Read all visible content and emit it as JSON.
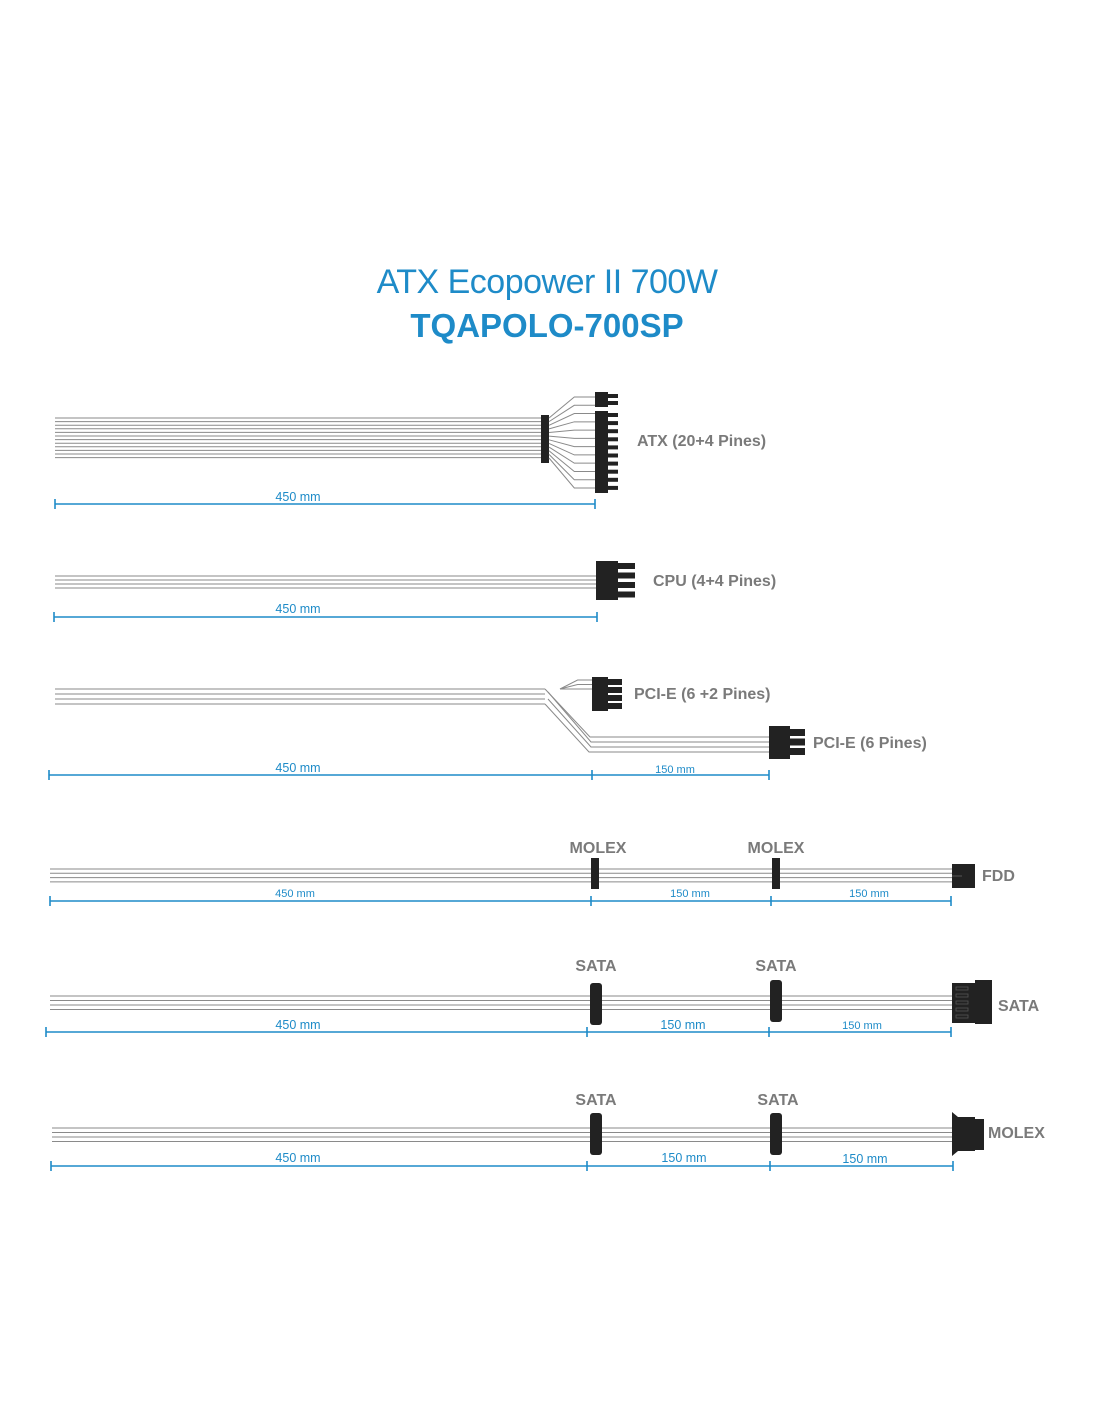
{
  "header": {
    "title": "ATX Ecopower II 700W",
    "model": "TQAPOLO-700SP"
  },
  "cables": {
    "atx": {
      "label": "ATX (20+4 Pines)",
      "length": "450 mm"
    },
    "cpu": {
      "label": "CPU (4+4 Pines)",
      "length": "450 mm"
    },
    "pcie": {
      "label_main": "PCI-E (6 +2 Pines)",
      "label_ext": "PCI-E (6 Pines)",
      "length_main": "450 mm",
      "length_ext": "150 mm"
    },
    "molex": {
      "connector1": "MOLEX",
      "connector2": "MOLEX",
      "end": "FDD",
      "length1": "450 mm",
      "length2": "150 mm",
      "length3": "150 mm"
    },
    "sata1": {
      "connector1": "SATA",
      "connector2": "SATA",
      "end": "SATA",
      "length1": "450 mm",
      "length2": "150 mm",
      "length3": "150 mm"
    },
    "sata2": {
      "connector1": "SATA",
      "connector2": "SATA",
      "end": "MOLEX",
      "length1": "450 mm",
      "length2": "150 mm",
      "length3": "150 mm"
    }
  },
  "colors": {
    "accent": "#1e8bc8",
    "label": "#7a7a7a",
    "wire": "#8a8a8a",
    "connector": "#222222"
  }
}
